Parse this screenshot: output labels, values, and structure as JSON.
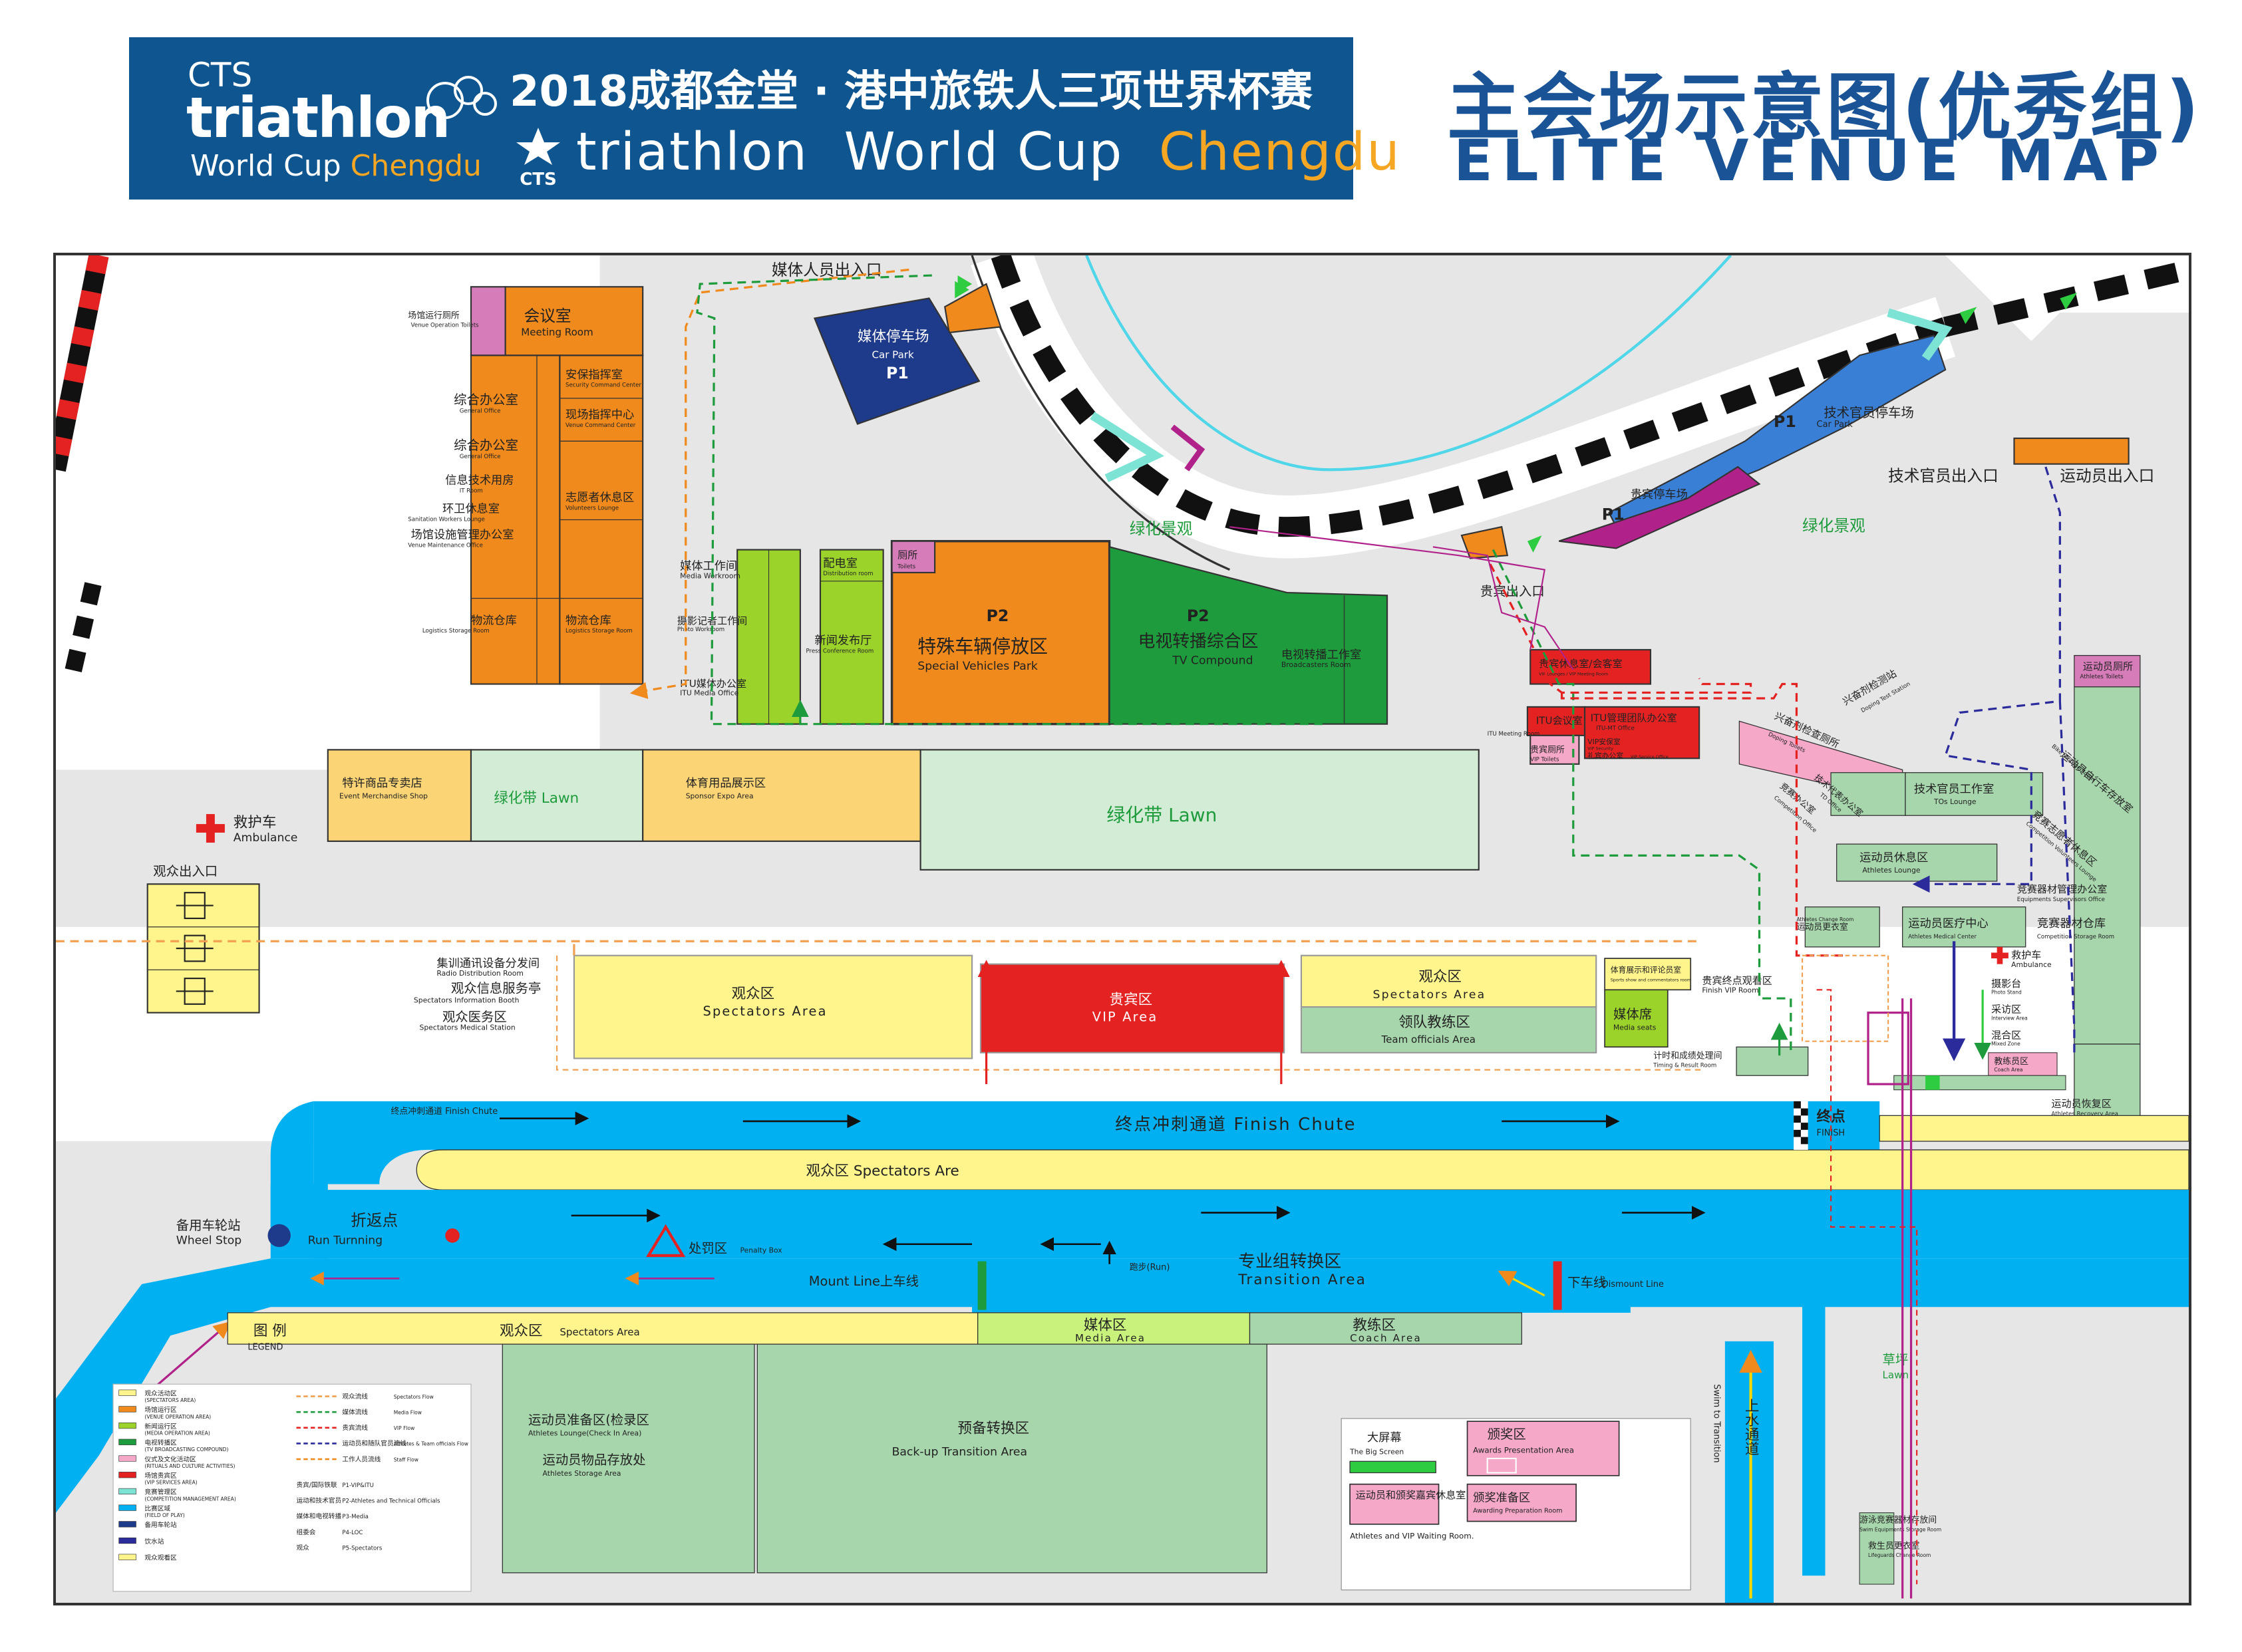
{
  "banner": {
    "cts": "CTS",
    "logo_word": "triathlon",
    "logo_world_cup": "World Cup",
    "logo_chengdu": "Chengdu",
    "title_cn": "2018成都金堂 · 港中旅铁人三项世界杯赛",
    "cts_badge": "CTS",
    "title_en_a": "triathlon",
    "title_en_b": "World Cup",
    "title_en_c": "Chengdu"
  },
  "header": {
    "title_cn": "主会场示意图(优秀组)",
    "title_en": "ELITE VENUE MAP"
  },
  "colors": {
    "banner_blue": "#0f5590",
    "accent_orange": "#f5a623",
    "course_blue": "#00b0f0",
    "spectator_yellow": "#fff58c",
    "orange_zone": "#f08a1c",
    "green_zone": "#9bd32a",
    "tv_green": "#1e9b3c",
    "vip_red": "#e52222",
    "lawn_green": "#d3ecd5",
    "pale_green": "#a7d6ac",
    "pink": "#f5a8c8",
    "navy": "#1e3a8a",
    "purple": "#b0228a"
  },
  "labels": {
    "media_entrance": "媒体人员出入口",
    "media_parking_cn": "媒体停车场",
    "media_parking_en": "Car Park",
    "p1": "P1",
    "greenery_1": "绿化景观",
    "greenery_2": "绿化景观",
    "vip_entrance": "贵宾出入口",
    "tech_official_parking": "技术官员停车场",
    "tech_official_parking_en": "Car Park",
    "tech_official_entrance": "技术官员出入口",
    "athlete_entrance": "运动员出入口",
    "vip_parking": "贵宾停车场",
    "venue_ops_toilets_cn": "场馆运行厕所",
    "venue_ops_toilets_en": "Venue Operation Toilets",
    "meeting_room_cn": "会议室",
    "meeting_room_en": "Meeting Room",
    "security_cmd_cn": "安保指挥室",
    "security_cmd_en": "Security Command Center",
    "general_office_cn": "综合办公室",
    "general_office_en": "General Office",
    "venue_cmd_cn": "现场指挥中心",
    "venue_cmd_en": "Venue Command Center",
    "general_office2_cn": "综合办公室",
    "general_office2_en": "General Office",
    "it_room_cn": "信息技术用房",
    "it_room_en": "IT Room",
    "sanitation_cn": "环卫休息室",
    "sanitation_en": "Sanitation Workers Lounge",
    "volunteers_cn": "志愿者休息区",
    "volunteers_en": "Volunteers Lounge",
    "maintenance_cn": "场馆设施管理办公室",
    "maintenance_en": "Venue Maintenance Office",
    "logistics1_cn": "物流仓库",
    "logistics1_en": "Logistics Storage Room",
    "logistics2_cn": "物流仓库",
    "logistics2_en": "Logistics Storage Room",
    "media_workroom_cn": "媒体工作间",
    "media_workroom_en": "Media Workroom",
    "photo_workroom_cn": "摄影记者工作间",
    "photo_workroom_en": "Photo Workroom",
    "itu_media_cn": "ITU媒体办公室",
    "itu_media_en": "ITU Media Office",
    "distribution_cn": "配电室",
    "distribution_en": "Distribution room",
    "press_conf_cn": "新闻发布厅",
    "press_conf_en": "Press Conference Room",
    "toilets_cn": "厕所",
    "toilets_en": "Toilets",
    "p2a": "P2",
    "special_vehicles_cn": "特殊车辆停放区",
    "special_vehicles_en": "Special Vehicles Park",
    "p2b": "P2",
    "tv_compound_cn": "电视转播综合区",
    "tv_compound_en": "TV Compound",
    "broadcasters_cn": "电视转播工作室",
    "broadcasters_en": "Broadcasters Room",
    "vip_lounge_cn": "贵宾休息室/会客室",
    "vip_lounge_en": "VIP Lounges / VIP Meeting Room",
    "itu_meeting_cn": "ITU会议室",
    "itu_meeting_en": "ITU Meeting Room",
    "itu_office_cn": "ITU管理团队办公室",
    "itu_office_en": "ITU-MT Office",
    "vip_security_cn": "VIP安保室",
    "vip_security_en": "VIP Security",
    "vip_toilets_cn": "贵宾厕所",
    "vip_toilets_en": "VIP Toilets",
    "vip_service_cn": "礼宾办公室",
    "vip_service_en": "VIP Service Office",
    "doping_cn": "兴奋剂检测站",
    "doping_en": "Doping Test Station",
    "doping_toilets_cn": "兴奋剂检查厕所",
    "doping_toilets_en": "Doping Toilets",
    "competition_office_cn": "竞赛办公室",
    "competition_office_en": "Competition Office",
    "tos_lounge_cn": "技术官员工作室",
    "tos_lounge_en": "TOs Lounge",
    "to_office_cn": "技术代表办公室",
    "to_office_en": "TD Office",
    "athlete_toilets_cn": "运动员厕所",
    "athlete_toilets_en": "Athletes Toilets",
    "bike_storage_cn": "运动员自行车存放室",
    "bike_storage_en": "Bike Storage Room",
    "comp_volunteers_cn": "竞赛志愿者休息区",
    "comp_volunteers_en": "Competition Volunteers Lounge",
    "athletes_lounge_cn": "运动员休息区",
    "athletes_lounge_en": "Athletes Lounge",
    "equip_office_cn": "竞赛器材管理办公室",
    "equip_office_en": "Equipments Supervisors Office",
    "athlete_change_cn": "运动员更衣室",
    "athlete_change_en": "Athletes Change Room",
    "medical_center_cn": "运动员医疗中心",
    "medical_center_en": "Athletes Medical Center",
    "comp_storage_cn": "竞赛器材仓库",
    "comp_storage_en": "Competition Storage Room",
    "ambulance2_cn": "救护车",
    "ambulance2_en": "Ambulance",
    "photo_stand_cn": "摄影台",
    "photo_stand_en": "Photo Stand",
    "interview_cn": "采访区",
    "interview_en": "Interview Area",
    "mixed_zone_cn": "混合区",
    "mixed_zone_en": "Mixed Zone",
    "coach_area_cn": "教练员区",
    "coach_area_en": "Coach Area",
    "recovery_cn": "运动员恢复区",
    "recovery_en": "Athletes Recovery Area",
    "merch_cn": "特许商品专卖店",
    "merch_en": "Event Merchandise Shop",
    "lawn1": "绿化带 Lawn",
    "sponsor_cn": "体育用品展示区",
    "sponsor_en": "Sponsor Expo Area",
    "lawn2": "绿化带 Lawn",
    "ambulance1_cn": "救护车",
    "ambulance1_en": "Ambulance",
    "spectator_entrance": "观众出入口",
    "radio_cn": "集训通讯设备分发间",
    "radio_en": "Radio Distribution Room",
    "spec_info_cn": "观众信息服务亭",
    "spec_info_en": "Spectators Information Booth",
    "spec_medical_cn": "观众医务区",
    "spec_medical_en": "Spectators Medical Station",
    "spec_area1_cn": "观众区",
    "spec_area1_en": "Spectators Area",
    "vip_area_cn": "贵宾区",
    "vip_area_en": "VIP Area",
    "spec_area2_cn": "观众区",
    "spec_area2_en": "Spectators Area",
    "team_officials_cn": "领队教练区",
    "team_officials_en": "Team officials Area",
    "sports_show_cn": "体育展示和评论员室",
    "sports_show_en": "Sports show and commentators room",
    "media_seats_cn": "媒体席",
    "media_seats_en": "Media seats",
    "finish_vip_cn": "贵宾终点观看区",
    "finish_vip_en": "Finish VIP Room",
    "timing_cn": "计时和成绩处理间",
    "timing_en": "Timing & Result Room",
    "finish_chute_small": "终点冲刺通道  Finish Chute",
    "finish_chute_big": "终点冲刺通道 Finish Chute",
    "finish_cn": "终点",
    "finish_en": "FINISH",
    "spec_strip": "观众区  Spectators Are",
    "wheel_stop_cn": "备用车轮站",
    "wheel_stop_en": "Wheel Stop",
    "turn_cn": "折返点",
    "turn_en": "Run Turnning",
    "penalty": "处罚区",
    "penalty_en": "Penalty Box",
    "run": "跑步(Run)",
    "transition_cn": "专业组转换区",
    "transition_en": "Transition Area",
    "mount_line": "Mount Line上车线",
    "dismount_cn": "下车线",
    "dismount_en": "Dismount Line",
    "spec_bottom_cn": "观众区",
    "spec_bottom_en": "Spectators Area",
    "media_area_cn": "媒体区",
    "media_area_en": "Media Area",
    "coach_bottom_cn": "教练区",
    "coach_bottom_en": "Coach Area",
    "prep_cn": "运动员准备区(检录区",
    "prep_en": "Athletes Lounge(Check In Area)",
    "storage_cn": "运动员物品存放处",
    "storage_en": "Athletes Storage Area",
    "backup_cn": "预备转换区",
    "backup_en": "Back-up Transition Area",
    "big_screen_cn": "大屏幕",
    "big_screen_en": "The Big Screen",
    "awards_cn": "颁奖区",
    "awards_en": "Awards Presentation Area",
    "athletes_vip_cn": "运动员和颁奖嘉宾休息室",
    "athletes_vip_en": "Athletes and VIP Waiting Room.",
    "awarding_prep_cn": "颁奖准备区",
    "awarding_prep_en": "Awarding Preparation Room",
    "swim_transition_cn": "上水通道",
    "swim_transition_en": "Swim to Transition",
    "lawn_right_cn": "草坪",
    "lawn_right_en": "Lawn",
    "swim_storage_cn": "游泳竞赛器材存放间",
    "swim_storage_en": "Swim Equipments Storage Room",
    "lifeguard_cn": "救生员更衣室",
    "lifeguard_en": "Lifeguards Change Room"
  },
  "legend": {
    "title_cn": "图 例",
    "title_en": "LEGEND",
    "zones": [
      {
        "color": "#fff58c",
        "cn": "观众活动区",
        "en": "(SPECTATORS AREA)"
      },
      {
        "color": "#f08a1c",
        "cn": "场馆运行区",
        "en": "(VENUE OPERATION AREA)"
      },
      {
        "color": "#9bd32a",
        "cn": "新闻运行区",
        "en": "(MEDIA OPERATION AREA)"
      },
      {
        "color": "#1e9b3c",
        "cn": "电视转播区",
        "en": "(TV BROADCASTING COMPOUND)"
      },
      {
        "color": "#f5a8c8",
        "cn": "仪式及文化活动区",
        "en": "(RITUALS AND CULTURE ACTIVITIES)"
      },
      {
        "color": "#e52222",
        "cn": "场馆贵宾区",
        "en": "(VIP SERVICES AREA)"
      },
      {
        "color": "#7de3d4",
        "cn": "竞赛管理区",
        "en": "(COMPETITION MANAGEMENT AREA)"
      },
      {
        "color": "#00b0f0",
        "cn": "比赛区域",
        "en": "(FIELD OF PLAY)"
      },
      {
        "color": "#1e3a8a",
        "cn": "备用车轮站",
        "en": ""
      },
      {
        "color": "#2b2b9b",
        "cn": "饮水站",
        "en": ""
      },
      {
        "color": "#fff58c",
        "cn": "观众观看区",
        "en": ""
      }
    ],
    "flows": [
      {
        "color": "#f0a050",
        "cn": "观众流线",
        "en": "Spectators Flow"
      },
      {
        "color": "#1e9b3c",
        "cn": "媒体流线",
        "en": "Media Flow"
      },
      {
        "color": "#e52222",
        "cn": "贵宾流线",
        "en": "VIP Flow"
      },
      {
        "color": "#2b2b9b",
        "cn": "运动员和随队官员流线",
        "en": "Athletes & Team officials Flow"
      },
      {
        "color": "#f08a1c",
        "cn": "工作人员流线",
        "en": "Staff Flow"
      }
    ],
    "codes": [
      {
        "cn": "贵宾/国际铁联",
        "en": "P1-VIP&ITU"
      },
      {
        "cn": "运动和技术官员",
        "en": "P2-Athletes and Technical Officials"
      },
      {
        "cn": "媒体和电视转播",
        "en": "P3-Media"
      },
      {
        "cn": "组委会",
        "en": "P4-LOC"
      },
      {
        "cn": "观众",
        "en": "P5-Spectators"
      }
    ]
  }
}
